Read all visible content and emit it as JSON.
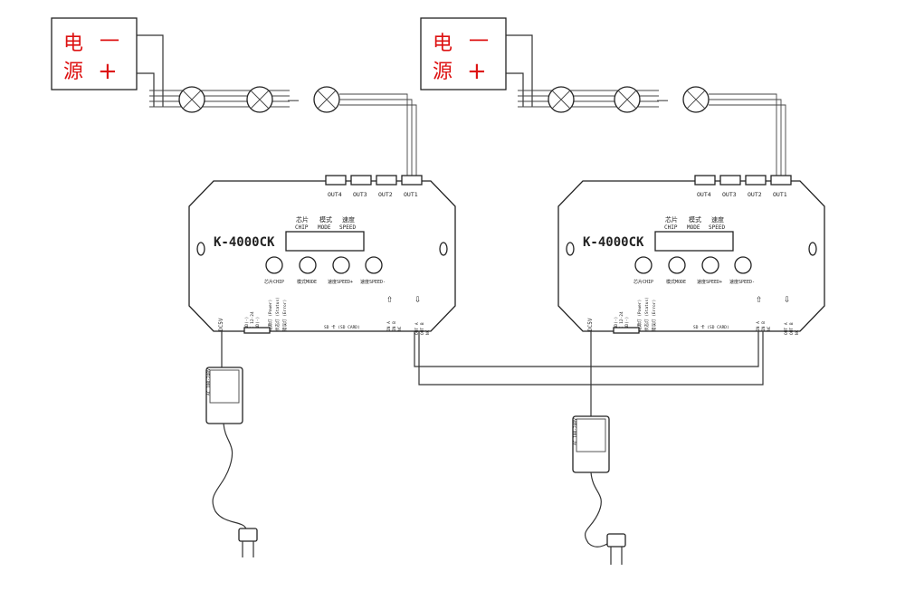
{
  "power_box": {
    "char_top": "电",
    "char_bottom": "源",
    "minus": "一",
    "plus": "+",
    "color": "#d11111"
  },
  "ellipsis": "……",
  "controller": {
    "model": "K-4000CK",
    "out_labels": [
      "OUT4",
      "OUT3",
      "OUT2",
      "OUT1"
    ],
    "header": {
      "chip_cn": "芯片",
      "chip_en": "CHIP",
      "mode_cn": "模式",
      "mode_en": "MODE",
      "speed_cn": "速度",
      "speed_en": "SPEED"
    },
    "buttons": [
      "芯片CHIP",
      "模式MODE",
      "速度SPEED+",
      "速度SPEED-"
    ],
    "dc_label": "DC5V",
    "terminal_labels": [
      "GND(-)",
      "DC 12-24",
      "GND(-)"
    ],
    "led_labels": [
      "电源灯 (Power)",
      "状态灯 (Status)",
      "错误灯 (Error)"
    ],
    "sd_label": "SD 卡 (SD CARD)",
    "in_labels": [
      "IN A",
      "IN B",
      "NC"
    ],
    "out_port_labels": [
      "OUT A",
      "OUT B",
      "NC"
    ],
    "arrow_up": "⇧",
    "arrow_down": "⇩"
  },
  "adapter": {
    "label": "AC 100-240V"
  }
}
